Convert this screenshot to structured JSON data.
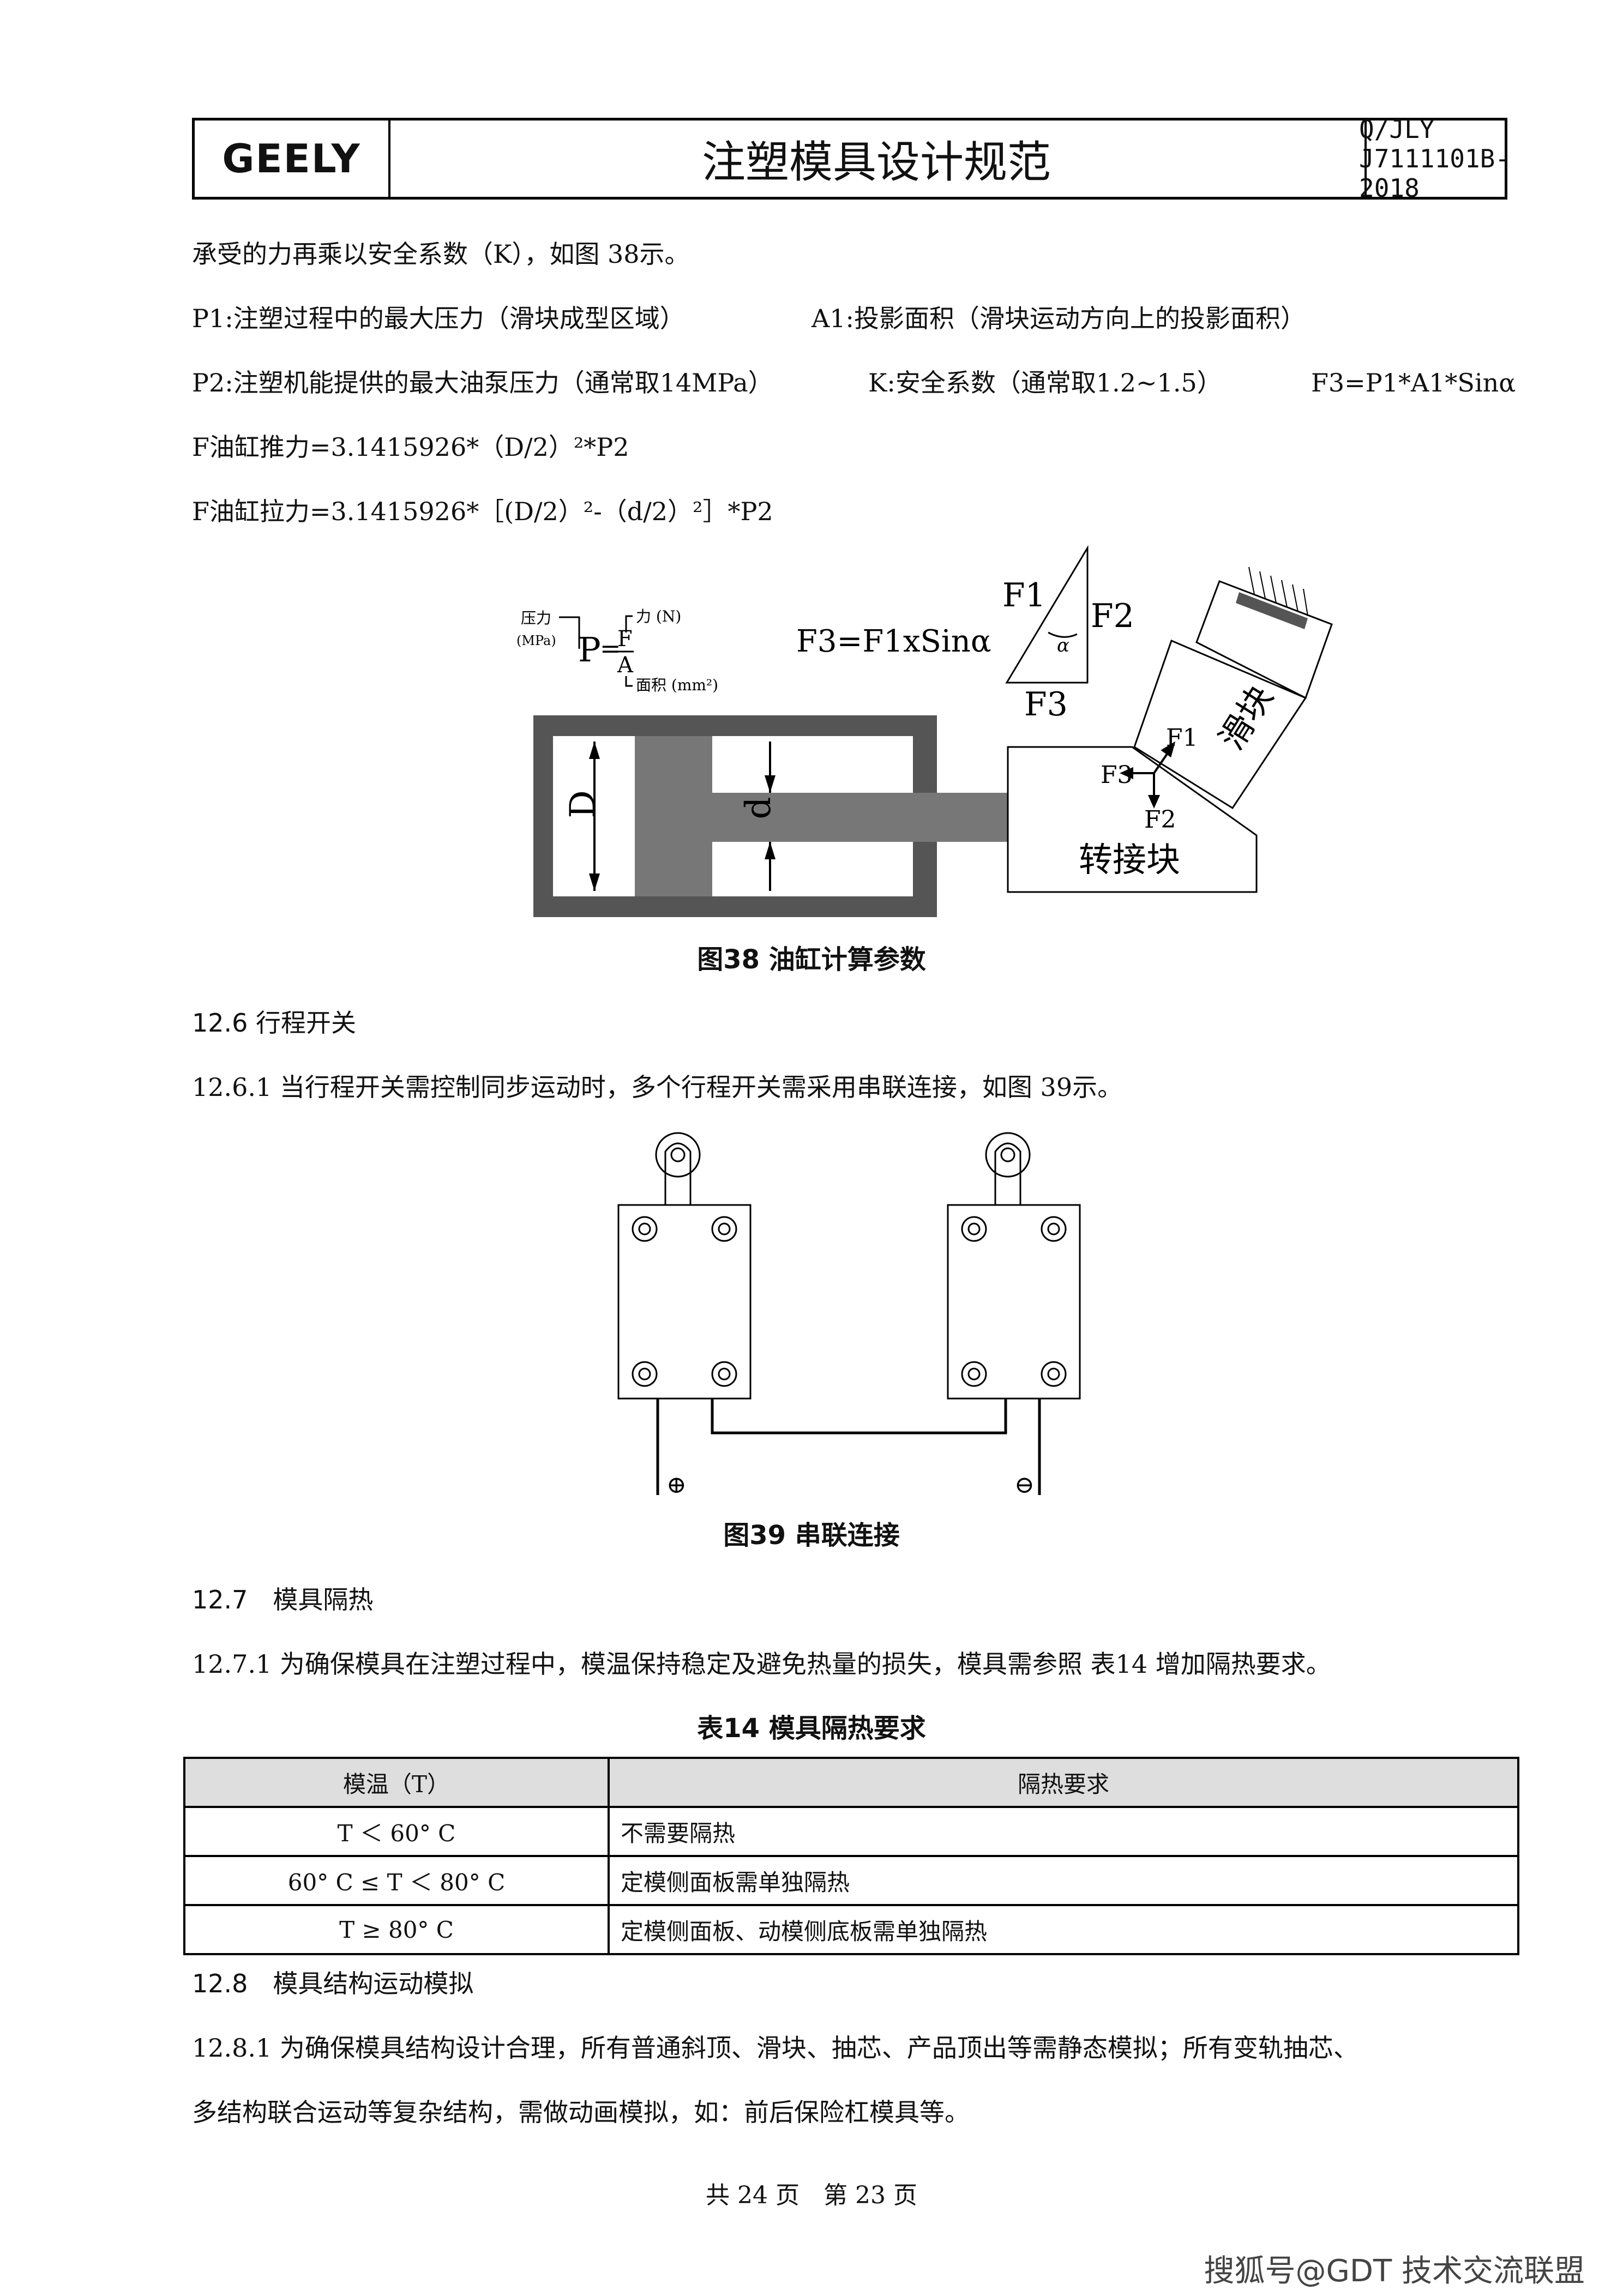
{
  "header": {
    "brand": "GEELY",
    "title": "注塑模具设计规范",
    "doc_code": "Q/JLY J7111101B-2018"
  },
  "body": {
    "p1": "承受的力再乘以安全系数（K），如图 38示。",
    "p2a": "P1:注塑过程中的最大压力（滑块成型区域）",
    "p2b": "A1:投影面积（滑块运动方向上的投影面积）",
    "p3a": "P2:注塑机能提供的最大油泵压力（通常取14MPa）",
    "p3b": "K:安全系数（通常取1.2~1.5）",
    "p3c": "F3=P1*A1*Sinα",
    "p4": "F油缸推力=3.1415926*（D/2）²*P2",
    "p5": "F油缸拉力=3.1415926*［(D/2）²-（d/2）²］*P2"
  },
  "fig38": {
    "pressure_label": "压力",
    "mpa_label": "(MPa)",
    "force_label": "力 (N)",
    "area_label": "面积 (mm²)",
    "P": "P",
    "eq": "=",
    "F": "F",
    "A": "A",
    "formula": "F3=F1xSinα",
    "F1": "F1",
    "F2": "F2",
    "F3": "F3",
    "alpha": "α",
    "D": "D",
    "d": "d",
    "slider_label": "滑块",
    "adapter_label": "转接块",
    "caption": "图38 油缸计算参数"
  },
  "sec126": {
    "heading": "12.6 行程开关",
    "p1": "12.6.1 当行程开关需控制同步运动时，多个行程开关需采用串联连接，如图 39示。",
    "plus": "⊕",
    "minus": "⊖",
    "caption": "图39 串联连接"
  },
  "sec127": {
    "heading": "12.7　模具隔热",
    "p1": "12.7.1 为确保模具在注塑过程中，模温保持稳定及避免热量的损失，模具需参照 表14 增加隔热要求。",
    "table_caption": "表14 模具隔热要求",
    "table": {
      "headers": [
        "模温（T）",
        "隔热要求"
      ],
      "rows": [
        [
          "T ＜ 60° C",
          "不需要隔热"
        ],
        [
          "60° C ≤ T ＜ 80° C",
          "定模侧面板需单独隔热"
        ],
        [
          "T ≥ 80° C",
          "定模侧面板、动模侧底板需单独隔热"
        ]
      ]
    }
  },
  "sec128": {
    "heading": "12.8　模具结构运动模拟",
    "p1": "12.8.1 为确保模具结构设计合理，所有普通斜顶、滑块、抽芯、产品顶出等需静态模拟；所有变轨抽芯、",
    "p2": "多结构联合运动等复杂结构，需做动画模拟，如：前后保险杠模具等。"
  },
  "footer": {
    "pages": "共 24 页　第 23 页"
  },
  "watermark": "搜狐号@GDT 技术交流联盟"
}
